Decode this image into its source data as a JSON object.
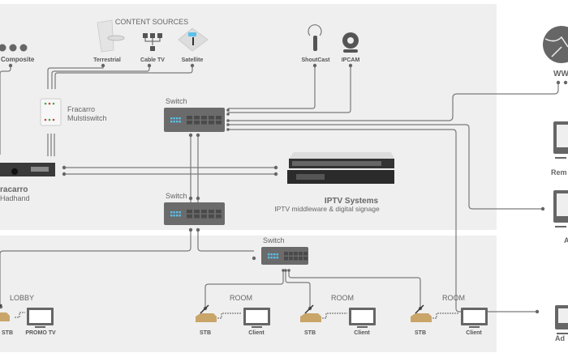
{
  "title": "CONTENT SOURCES",
  "sources": {
    "composite": "Composite",
    "terrestrial": "Terrestrial",
    "cable": "Cable TV",
    "satellite": "Satellite",
    "shoutcast": "ShoutCast",
    "ipcam": "IPCAM"
  },
  "multiswitch": {
    "line1": "Fracarro",
    "line2": "Mulstiswitch"
  },
  "headend": {
    "line1": "racarro",
    "line2": "Hadhand"
  },
  "switch_label": "Switch",
  "iptv": {
    "title": "IPTV Systems",
    "subtitle": "IPTV middleware & digital signage"
  },
  "right": {
    "www": "WWW",
    "remote": "Rem",
    "app": "A",
    "admin": "Ad"
  },
  "lobby": {
    "label": "LOBBY",
    "stb": "STB",
    "tv": "PROMO TV"
  },
  "rooms": [
    {
      "label": "ROOM",
      "stb": "STB",
      "client": "Client"
    },
    {
      "label": "ROOM",
      "stb": "STB",
      "client": "Client"
    },
    {
      "label": "ROOM",
      "stb": "STB",
      "client": "Client"
    }
  ],
  "colors": {
    "panel": "#efefef",
    "line": "#7a7a7a",
    "device": "#6b6b6b",
    "led": "#5bc0eb",
    "stb": "#c9a56a"
  }
}
